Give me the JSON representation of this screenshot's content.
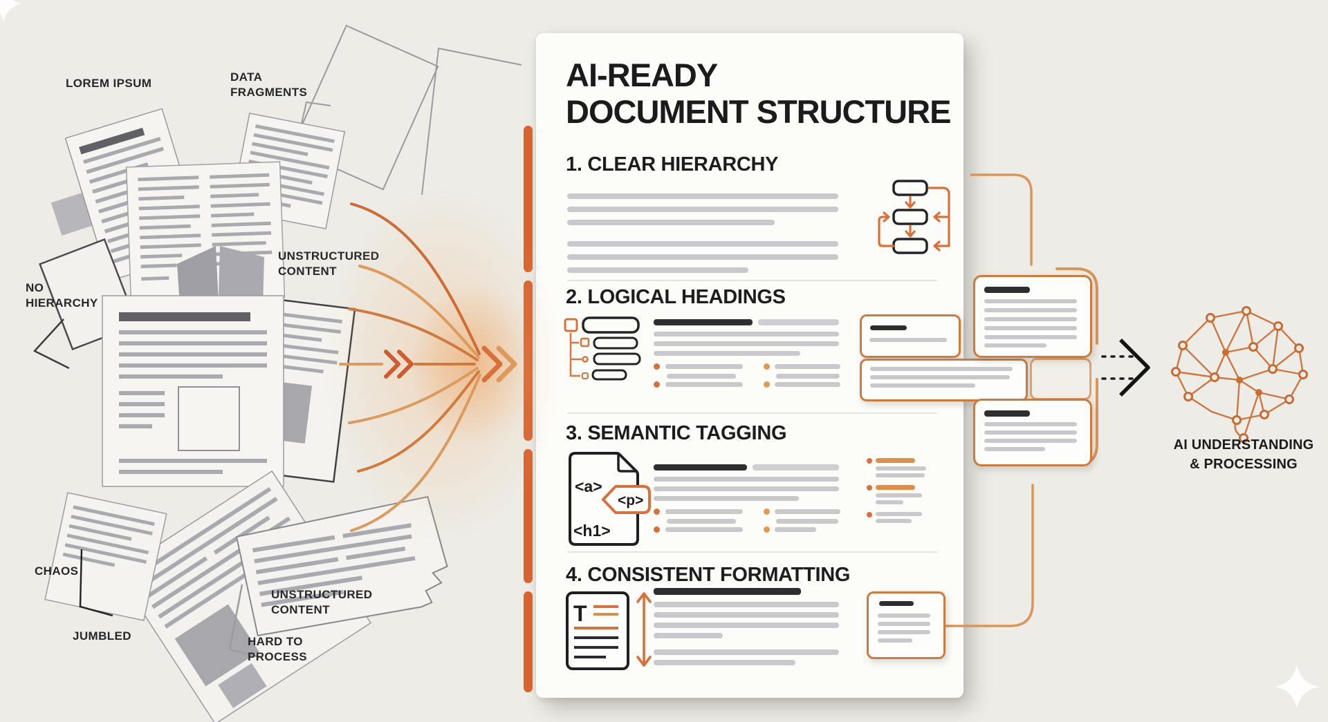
{
  "colors": {
    "background": "#edece6",
    "panel": "#fcfcf9",
    "accent_orange": "#d9703a",
    "accent_orange_light": "#e09c62",
    "ink": "#1d1d1f",
    "skeleton_gray": "#c9c9cd"
  },
  "left_pile": {
    "annotations": [
      {
        "id": "lorem-ipsum",
        "text": "LOREM IPSUM"
      },
      {
        "id": "data-fragments",
        "text": "DATA\nFRAGMENTS"
      },
      {
        "id": "no-hierarchy",
        "text": "NO\nHIERARCHY"
      },
      {
        "id": "unstructured-content-top",
        "text": "UNSTRUCTURED\nCONTENT"
      },
      {
        "id": "chaos",
        "text": "CHAOS"
      },
      {
        "id": "jumbled",
        "text": "JUMBLED"
      },
      {
        "id": "unstructured-content-bottom",
        "text": "UNSTRUCTURED\nCONTENT"
      },
      {
        "id": "hard-to-process",
        "text": "HARD TO\nPROCESS"
      }
    ]
  },
  "panel": {
    "title": "AI-READY\nDOCUMENT STRUCTURE",
    "sections": [
      {
        "heading": "1. CLEAR HIERARCHY",
        "icon": "flowchart-icon"
      },
      {
        "heading": "2. LOGICAL HEADINGS",
        "icon": "outline-tree-icon"
      },
      {
        "heading": "3. SEMANTIC TAGGING",
        "icon": "tagged-document-icon",
        "tags": {
          "a": "<a>",
          "p": "<p>",
          "h1": "<h1>"
        }
      },
      {
        "heading": "4. CONSISTENT FORMATTING",
        "icon": "typography-document-icon",
        "t_glyph": "T"
      }
    ]
  },
  "output": {
    "label": "AI UNDERSTANDING\n& PROCESSING",
    "icon": "ai-brain-network-icon"
  }
}
